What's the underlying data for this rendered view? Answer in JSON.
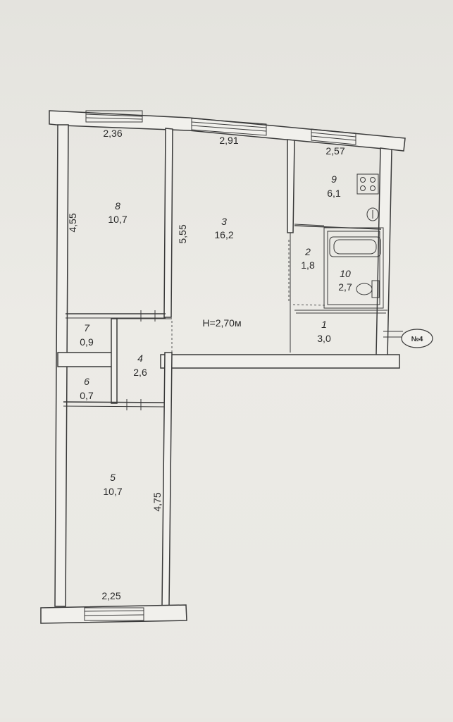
{
  "plan": {
    "height_label": "H=2,70м",
    "apartment_tag": "№4",
    "dimensions": {
      "room8_width": "2,36",
      "room3_width": "2,91",
      "room9_width": "2,57",
      "room8_length": "4,55",
      "room3_length": "5,55",
      "room5_length": "4,75",
      "room5_width": "2,25"
    },
    "rooms": [
      {
        "number": "8",
        "area": "10,7"
      },
      {
        "number": "3",
        "area": "16,2"
      },
      {
        "number": "9",
        "area": "6,1"
      },
      {
        "number": "2",
        "area": "1,8"
      },
      {
        "number": "10",
        "area": "2,7"
      },
      {
        "number": "1",
        "area": "3,0"
      },
      {
        "number": "7",
        "area": "0,9"
      },
      {
        "number": "4",
        "area": "2,6"
      },
      {
        "number": "6",
        "area": "0,7"
      },
      {
        "number": "5",
        "area": "10,7"
      }
    ]
  }
}
